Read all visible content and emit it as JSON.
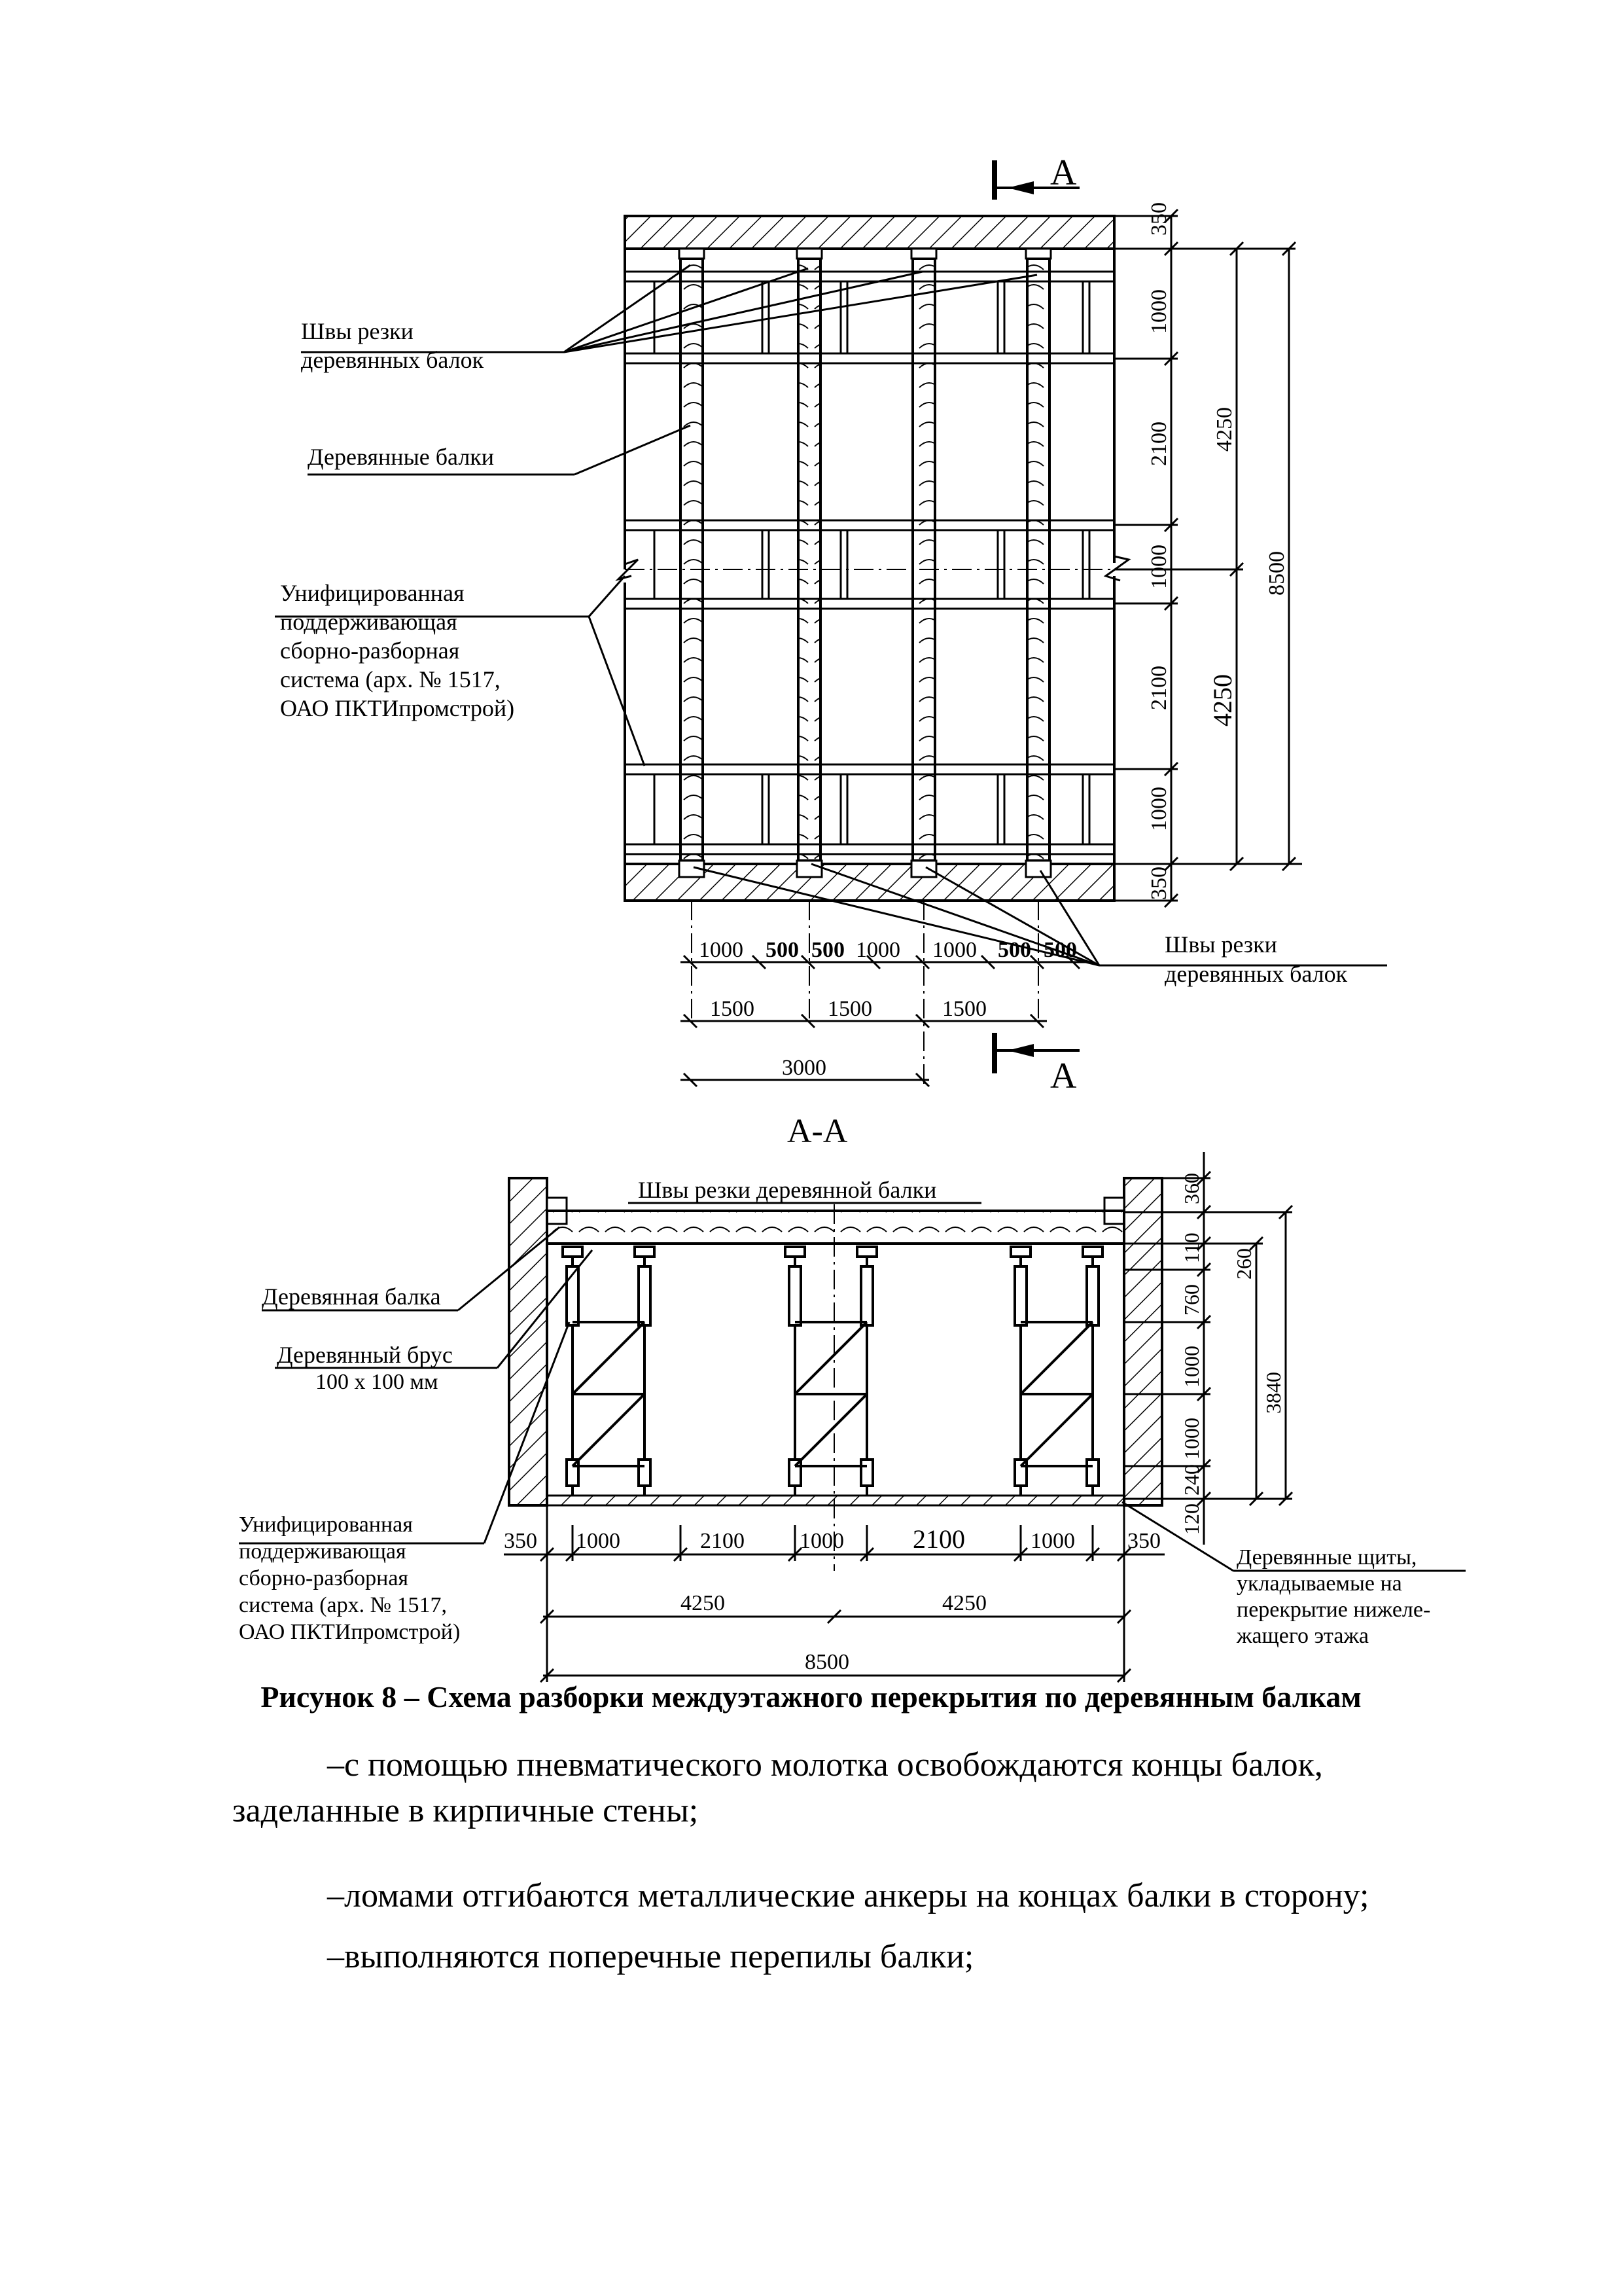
{
  "plan": {
    "section_marker": "А",
    "labels": {
      "cut_seams": [
        "Швы резки",
        "деревянных балок"
      ],
      "beams": "Деревянные балки",
      "support_system": [
        "Унифицированная",
        "поддерживающая",
        "сборно-разборная",
        "система (арх. № 1517,",
        "ОАО ПКТИпромстрой)"
      ],
      "cut_seams_bottom": [
        "Швы резки",
        "деревянных балок"
      ]
    },
    "dims_right": [
      "350",
      "1000",
      "2100",
      "1000",
      "2100",
      "1000",
      "350"
    ],
    "dims_right_half": [
      "4250",
      "4250"
    ],
    "dim_total_right": "8500",
    "dims_bottom_row1": [
      "1000",
      "500",
      "500",
      "1000",
      "1000",
      "500",
      "500"
    ],
    "dims_bottom_row2": [
      "1500",
      "1500",
      "1500"
    ],
    "dim_bottom_total": "3000"
  },
  "section": {
    "title": "А-А",
    "labels": {
      "cut_seam": "Швы резки деревянной балки",
      "beam": "Деревянная балка",
      "timber": [
        "Деревянный брус",
        "100 х 100 мм"
      ],
      "support_system": [
        "Унифицированная",
        "поддерживающая",
        "сборно-разборная",
        "система (арх. № 1517,",
        "ОАО ПКТИпромстрой)"
      ],
      "shields": [
        "Деревянные щиты,",
        "укладываемые на",
        "перекрытие нижеле-",
        "жащего этажа"
      ]
    },
    "dims_right": [
      "360",
      "110",
      "760",
      "1000",
      "1000",
      "240",
      "120"
    ],
    "dim_260": "260",
    "dim_3840": "3840",
    "dims_bottom_row1": [
      "350",
      "1000",
      "2100",
      "1000",
      "2100",
      "1000",
      "350"
    ],
    "dims_bottom_row2": [
      "4250",
      "4250"
    ],
    "dim_bottom_total": "8500"
  },
  "caption": "Рисунок 8 – Схема разборки междуэтажного перекрытия по деревянным балкам",
  "paragraphs": [
    "–с помощью пневматического молотка освобождаются концы балок, заделанные в кирпичные стены;",
    "–ломами отгибаются металлические анкеры на концах балки в сторону;",
    "–выполняются поперечные перепилы балки;"
  ]
}
